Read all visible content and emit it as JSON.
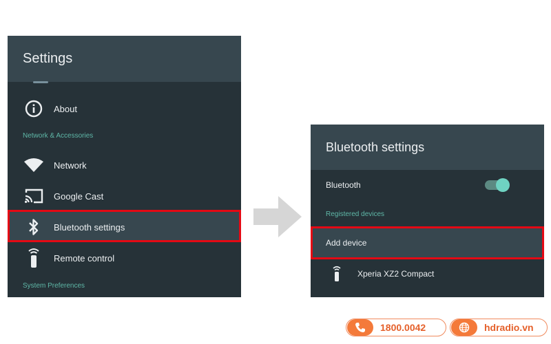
{
  "settings_panel": {
    "title": "Settings",
    "items": [
      {
        "label": "About",
        "icon": "info-icon"
      },
      {
        "label": "Network",
        "icon": "wifi-icon"
      },
      {
        "label": "Google Cast",
        "icon": "cast-icon"
      },
      {
        "label": "Bluetooth settings",
        "icon": "bluetooth-icon"
      },
      {
        "label": "Remote control",
        "icon": "remote-icon"
      }
    ],
    "sections": {
      "network": "Network & Accessories",
      "system": "System Preferences"
    }
  },
  "bluetooth_panel": {
    "title": "Bluetooth settings",
    "bluetooth_label": "Bluetooth",
    "bluetooth_enabled": true,
    "registered_header": "Registered devices",
    "add_device_label": "Add device",
    "device_name": "Xperia XZ2 Compact"
  },
  "footer": {
    "phone": "1800.0042",
    "website": "hdradio.vn"
  },
  "colors": {
    "panel_bg": "#263238",
    "header_bg": "#37474f",
    "accent": "#5fb8a8",
    "highlight": "#e50914",
    "brand_orange": "#f47a3a"
  }
}
